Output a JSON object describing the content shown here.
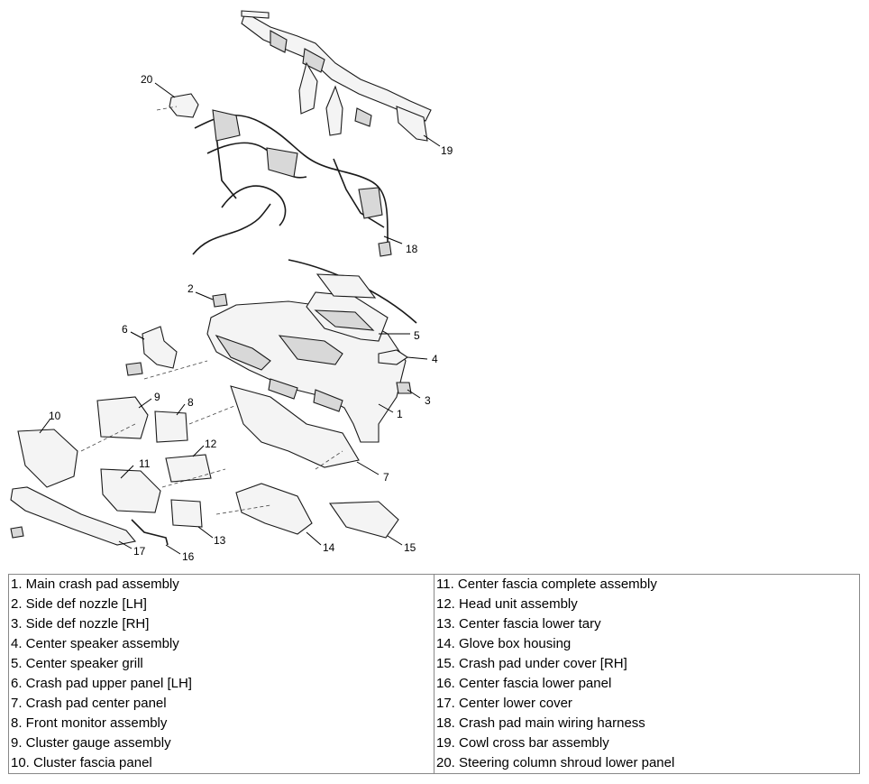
{
  "callouts": [
    "1",
    "2",
    "3",
    "4",
    "5",
    "6",
    "7",
    "8",
    "9",
    "10",
    "11",
    "12",
    "13",
    "14",
    "15",
    "16",
    "17",
    "18",
    "19",
    "20"
  ],
  "legend": {
    "left": [
      "1. Main crash pad assembly",
      "2. Side def nozzle [LH]",
      "3. Side def nozzle [RH]",
      "4. Center speaker assembly",
      "5. Center speaker grill",
      "6. Crash pad upper panel [LH]",
      "7. Crash pad center panel",
      "8. Front monitor assembly",
      "9. Cluster gauge assembly",
      "10. Cluster fascia panel"
    ],
    "right": [
      "11. Center fascia complete assembly",
      "12. Head unit assembly",
      "13. Center fascia lower tary",
      "14. Glove box housing",
      "15. Crash pad under cover [RH]",
      "16. Center fascia lower panel",
      "17. Center lower cover",
      "18. Crash pad main wiring harness",
      "19. Cowl cross bar assembly",
      "20. Steering column shroud lower panel"
    ]
  }
}
